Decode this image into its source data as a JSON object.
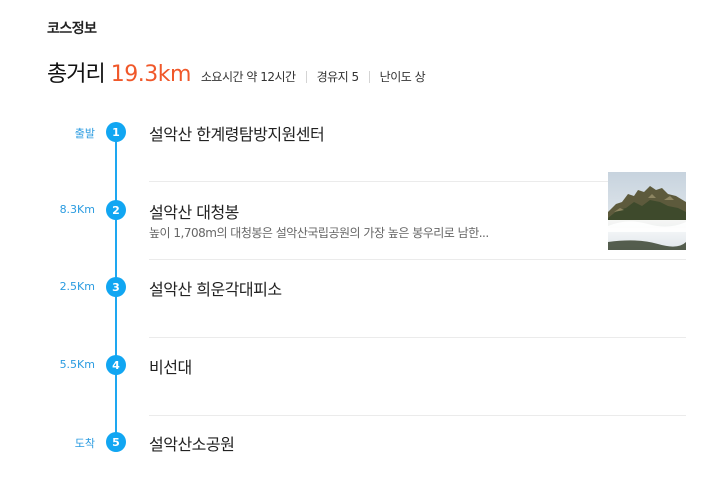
{
  "section_title": "코스정보",
  "summary": {
    "distance_label": "총거리",
    "distance_value": "19.3km",
    "time": "소요시간 약 12시간",
    "waypoints": "경유지 5",
    "difficulty": "난이도 상"
  },
  "stops": [
    {
      "number": "1",
      "distance": "출발",
      "name": "설악산 한계령탐방지원센터",
      "description": ""
    },
    {
      "number": "2",
      "distance": "8.3Km",
      "name": "설악산 대청봉",
      "description": "높이 1,708m의 대청봉은 설악산국립공원의 가장 높은 봉우리로 남한...",
      "has_thumbnail": true
    },
    {
      "number": "3",
      "distance": "2.5Km",
      "name": "설악산 희운각대피소",
      "description": ""
    },
    {
      "number": "4",
      "distance": "5.5Km",
      "name": "비선대",
      "description": ""
    },
    {
      "number": "5",
      "distance": "도착",
      "name": "설악산소공원",
      "description": ""
    }
  ],
  "colors": {
    "accent_line": "#1ea7f0",
    "marker": "#11a6f2",
    "distance_highlight": "#f0582a"
  },
  "icons": {
    "thumbnail": "mountain-peak-photo"
  }
}
